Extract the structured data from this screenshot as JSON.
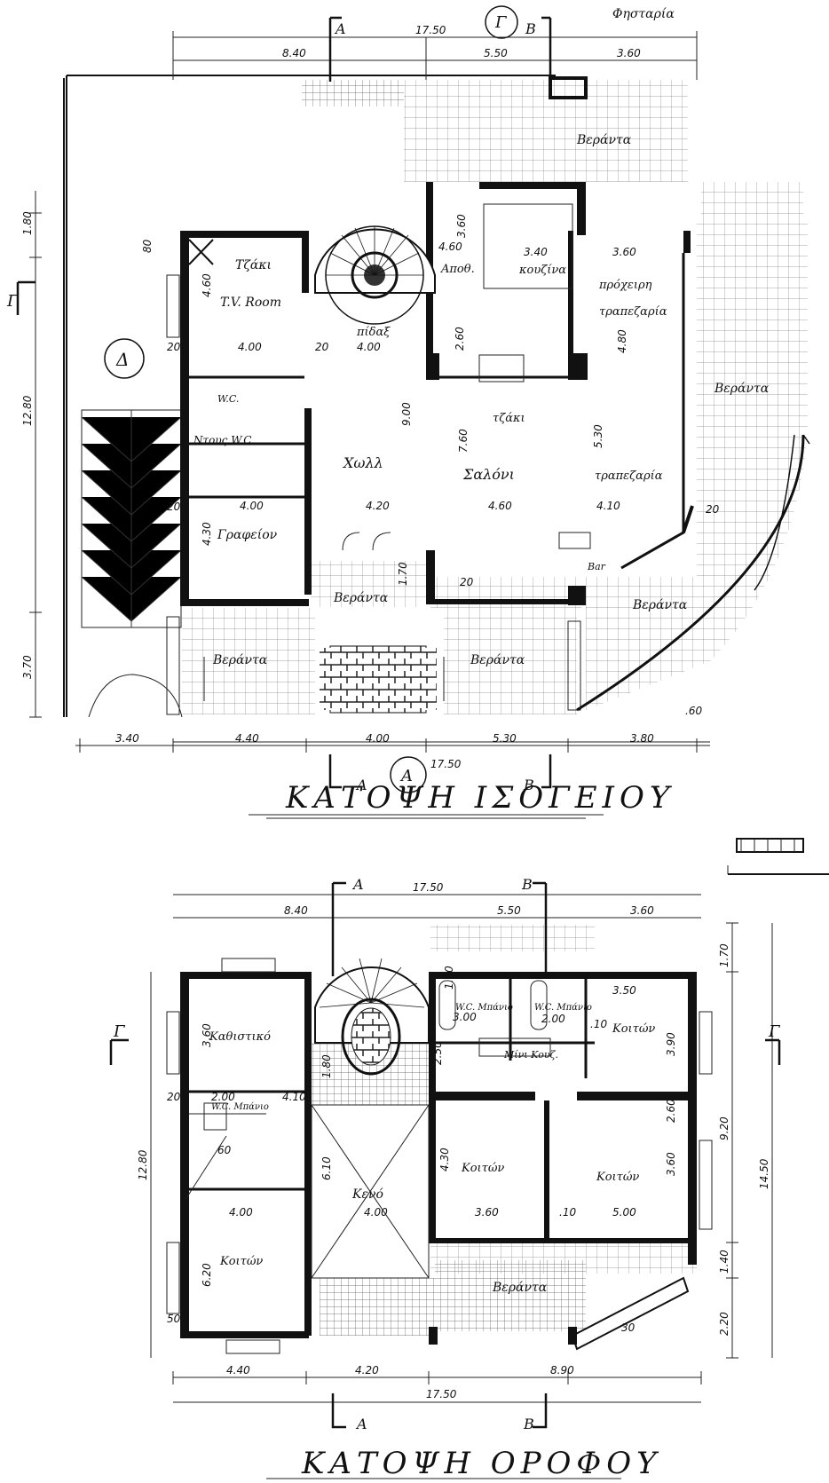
{
  "ground_floor": {
    "title": "ΚΑΤΟΨΗ ΙΣΟΓΕΙΟΥ",
    "rooms": {
      "tv_room": "T.V. Room",
      "tzaki_tv": "Τζάκι",
      "hall": "Χωλλ",
      "pidax": "πίδαξ",
      "apothiki": "Αποθ.",
      "kouzina": "κουζίνα",
      "proxeiri": "πρόχειρη",
      "trapezaria_proxeiri": "τραπεζαρία",
      "tzaki_saloni": "τζάκι",
      "saloni": "Σαλόνι",
      "trapezaria": "τραπεζαρία",
      "wc": "W.C.",
      "ntous_wc": "Ντους W.C.",
      "grafeio": "Γραφείον",
      "bar": "Bar",
      "fistaria": "Φησταρία"
    },
    "verandas": [
      "Βεράντα",
      "Βεράντα",
      "Βεράντα",
      "Βεράντα",
      "Βεράντα",
      "Βεράντα"
    ],
    "section_marks": {
      "A": "A",
      "B": "B",
      "G": "Γ",
      "D": "Δ"
    },
    "dimensions": {
      "top_total": "17.50",
      "top_left": "8.40",
      "top_mid": "5.50",
      "top_right": "3.60",
      "bottom_total": "17.50",
      "b1": "3.40",
      "b2": "4.40",
      "b3": "4.00",
      "b4": "5.30",
      "b5": "3.80",
      "left_total": "12.80",
      "left_1": "1.80",
      "left_2": "3.70",
      "side_80": "80",
      "tv_w": "4.00",
      "tv_h": "4.60",
      "hall_w": "4.00",
      "pidax_20": "20",
      "apoth_w": "4.60",
      "kouz_w": "3.40",
      "proxeiri_w": "3.60",
      "proxeiri_h": "4.80",
      "apoth_h": "3.60",
      "saloni_h": "7.60",
      "saloni_w": "4.60",
      "hall_h": "9.00",
      "hall_w2": "4.20",
      "trap_h": "5.30",
      "trap_w": "4.10",
      "graf_w": "4.00",
      "graf_h": "4.30",
      "ver_170": "1.70",
      "d260": "2.60",
      "d20a": "20",
      "d20b": "20",
      "d20c": "20",
      "d60": ".60",
      "d20d": "20"
    }
  },
  "upper_floor": {
    "title": "ΚΑΤΟΨΗ ΟΡΟΦΟΥ",
    "rooms": {
      "kathistiko": "Καθιστικό",
      "wc_banio_left": "W.C. Μπάνιο",
      "koiton_left": "Κοιτών",
      "keno": "Κενό",
      "wc_banio_1": "W.C. Μπάνιο",
      "wc_banio_2": "W.C. Μπάνιο",
      "mini_kouz": "Μίνι Κουζ.",
      "koiton_tr": "Κοιτών",
      "koiton_mid": "Κοιτών",
      "koiton_right": "Κοιτών",
      "veranta": "Βεράντα"
    },
    "dimensions": {
      "top_total": "17.50",
      "top_left": "8.40",
      "top_mid": "5.50",
      "top_right": "3.60",
      "bottom_total": "17.50",
      "b1": "4.40",
      "b2": "4.20",
      "b3": "8.90",
      "left_total": "12.80",
      "right_total": "14.50",
      "right_920": "9.20",
      "right_170": "1.70",
      "right_140": "1.40",
      "right_220": "2.20",
      "kath_h": "3.60",
      "koiton_l_w": "4.00",
      "koiton_l_h": "6.20",
      "keno_w": "4.00",
      "keno_h": "6.10",
      "koiton_mid_w": "3.60",
      "koiton_mid_h": "4.30",
      "koiton_r_w": "5.00",
      "koiton_r_h": "3.60",
      "koiton_tr_w": "3.50",
      "koiton_tr_h": "3.90",
      "wc_w1": "3.00",
      "wc_w2": "2.00",
      "stair_180": "1.80",
      "d410": "4.10",
      "d170": "1.70",
      "d250": "2.50",
      "d200": "2.00",
      "d260": "2.60",
      "d_30": "30",
      "d_60": "60",
      "d_50": "50",
      "d10a": ".10",
      "d10b": ".10",
      "d20": "20"
    }
  }
}
